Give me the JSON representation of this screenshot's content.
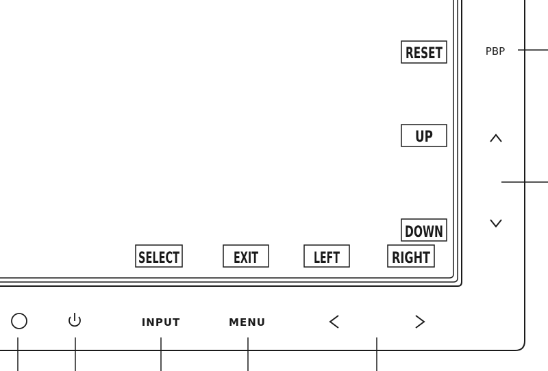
{
  "screen_labels": {
    "reset": "RESET",
    "up": "UP",
    "down": "DOWN",
    "select": "SELECT",
    "exit": "EXIT",
    "left": "LEFT",
    "right": "RIGHT"
  },
  "side_buttons": {
    "pbp": "PBP"
  },
  "bottom_buttons": {
    "input": "INPUT",
    "menu": "MENU"
  },
  "icons": {
    "circle": "circle-button-icon",
    "power": "power-icon",
    "up": "chevron-up-icon",
    "down": "chevron-down-icon",
    "left": "chevron-left-icon",
    "right": "chevron-right-icon"
  },
  "colors": {
    "stroke": "#1a1a1a",
    "background": "#ffffff"
  }
}
